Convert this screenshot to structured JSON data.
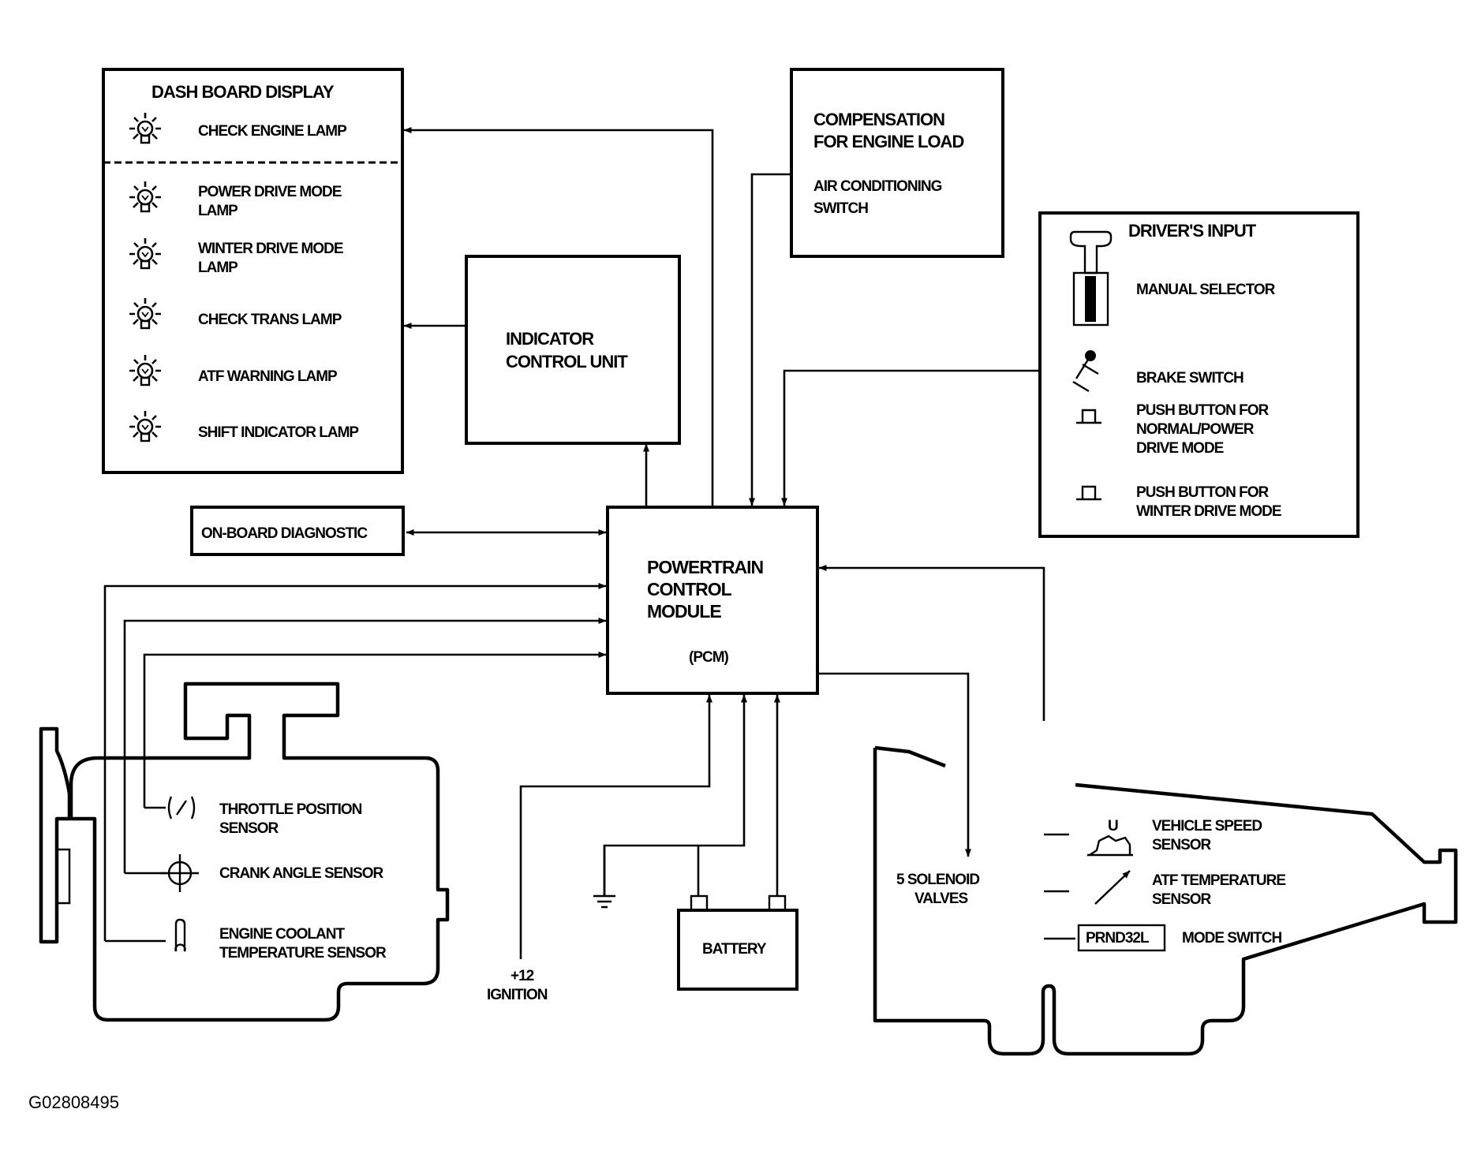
{
  "dashboard": {
    "title": "DASH BOARD DISPLAY",
    "lamps": [
      {
        "lines": [
          "CHECK ENGINE LAMP"
        ]
      },
      {
        "lines": [
          "POWER DRIVE MODE",
          "LAMP"
        ]
      },
      {
        "lines": [
          "WINTER DRIVE MODE",
          "LAMP"
        ]
      },
      {
        "lines": [
          "CHECK TRANS LAMP"
        ]
      },
      {
        "lines": [
          "ATF WARNING LAMP"
        ]
      },
      {
        "lines": [
          "SHIFT INDICATOR LAMP"
        ]
      }
    ]
  },
  "indicator_control_unit": {
    "lines": [
      "INDICATOR",
      "CONTROL UNIT"
    ]
  },
  "compensation": {
    "title_lines": [
      "COMPENSATION",
      "FOR ENGINE LOAD"
    ],
    "switch_lines": [
      "AIR CONDITIONING",
      "SWITCH"
    ]
  },
  "drivers_input": {
    "title": "DRIVER'S INPUT",
    "manual_selector": "MANUAL SELECTOR",
    "brake_switch": "BRAKE SWITCH",
    "push_normal_lines": [
      "PUSH BUTTON FOR",
      "NORMAL/POWER",
      "DRIVE MODE"
    ],
    "push_winter_lines": [
      "PUSH BUTTON FOR",
      "WINTER DRIVE MODE"
    ]
  },
  "obd": {
    "label": "ON-BOARD DIAGNOSTIC"
  },
  "pcm": {
    "lines": [
      "POWERTRAIN",
      "CONTROL",
      "MODULE"
    ],
    "abbr": "(PCM)"
  },
  "engine_sensors": {
    "throttle_lines": [
      "THROTTLE POSITION",
      "SENSOR"
    ],
    "crank": "CRANK ANGLE SENSOR",
    "coolant_lines": [
      "ENGINE COOLANT",
      "TEMPERATURE SENSOR"
    ]
  },
  "power": {
    "ignition_lines": [
      "+12",
      "IGNITION"
    ],
    "battery": "BATTERY"
  },
  "transmission": {
    "solenoid_lines": [
      "5 SOLENOID",
      "VALVES"
    ],
    "vss_symbol": "U",
    "vss_lines": [
      "VEHICLE SPEED",
      "SENSOR"
    ],
    "atf_temp_lines": [
      "ATF TEMPERATURE",
      "SENSOR"
    ],
    "prnd": "PRND32L",
    "mode_switch": "MODE SWITCH"
  },
  "figure_code": "G02808495"
}
